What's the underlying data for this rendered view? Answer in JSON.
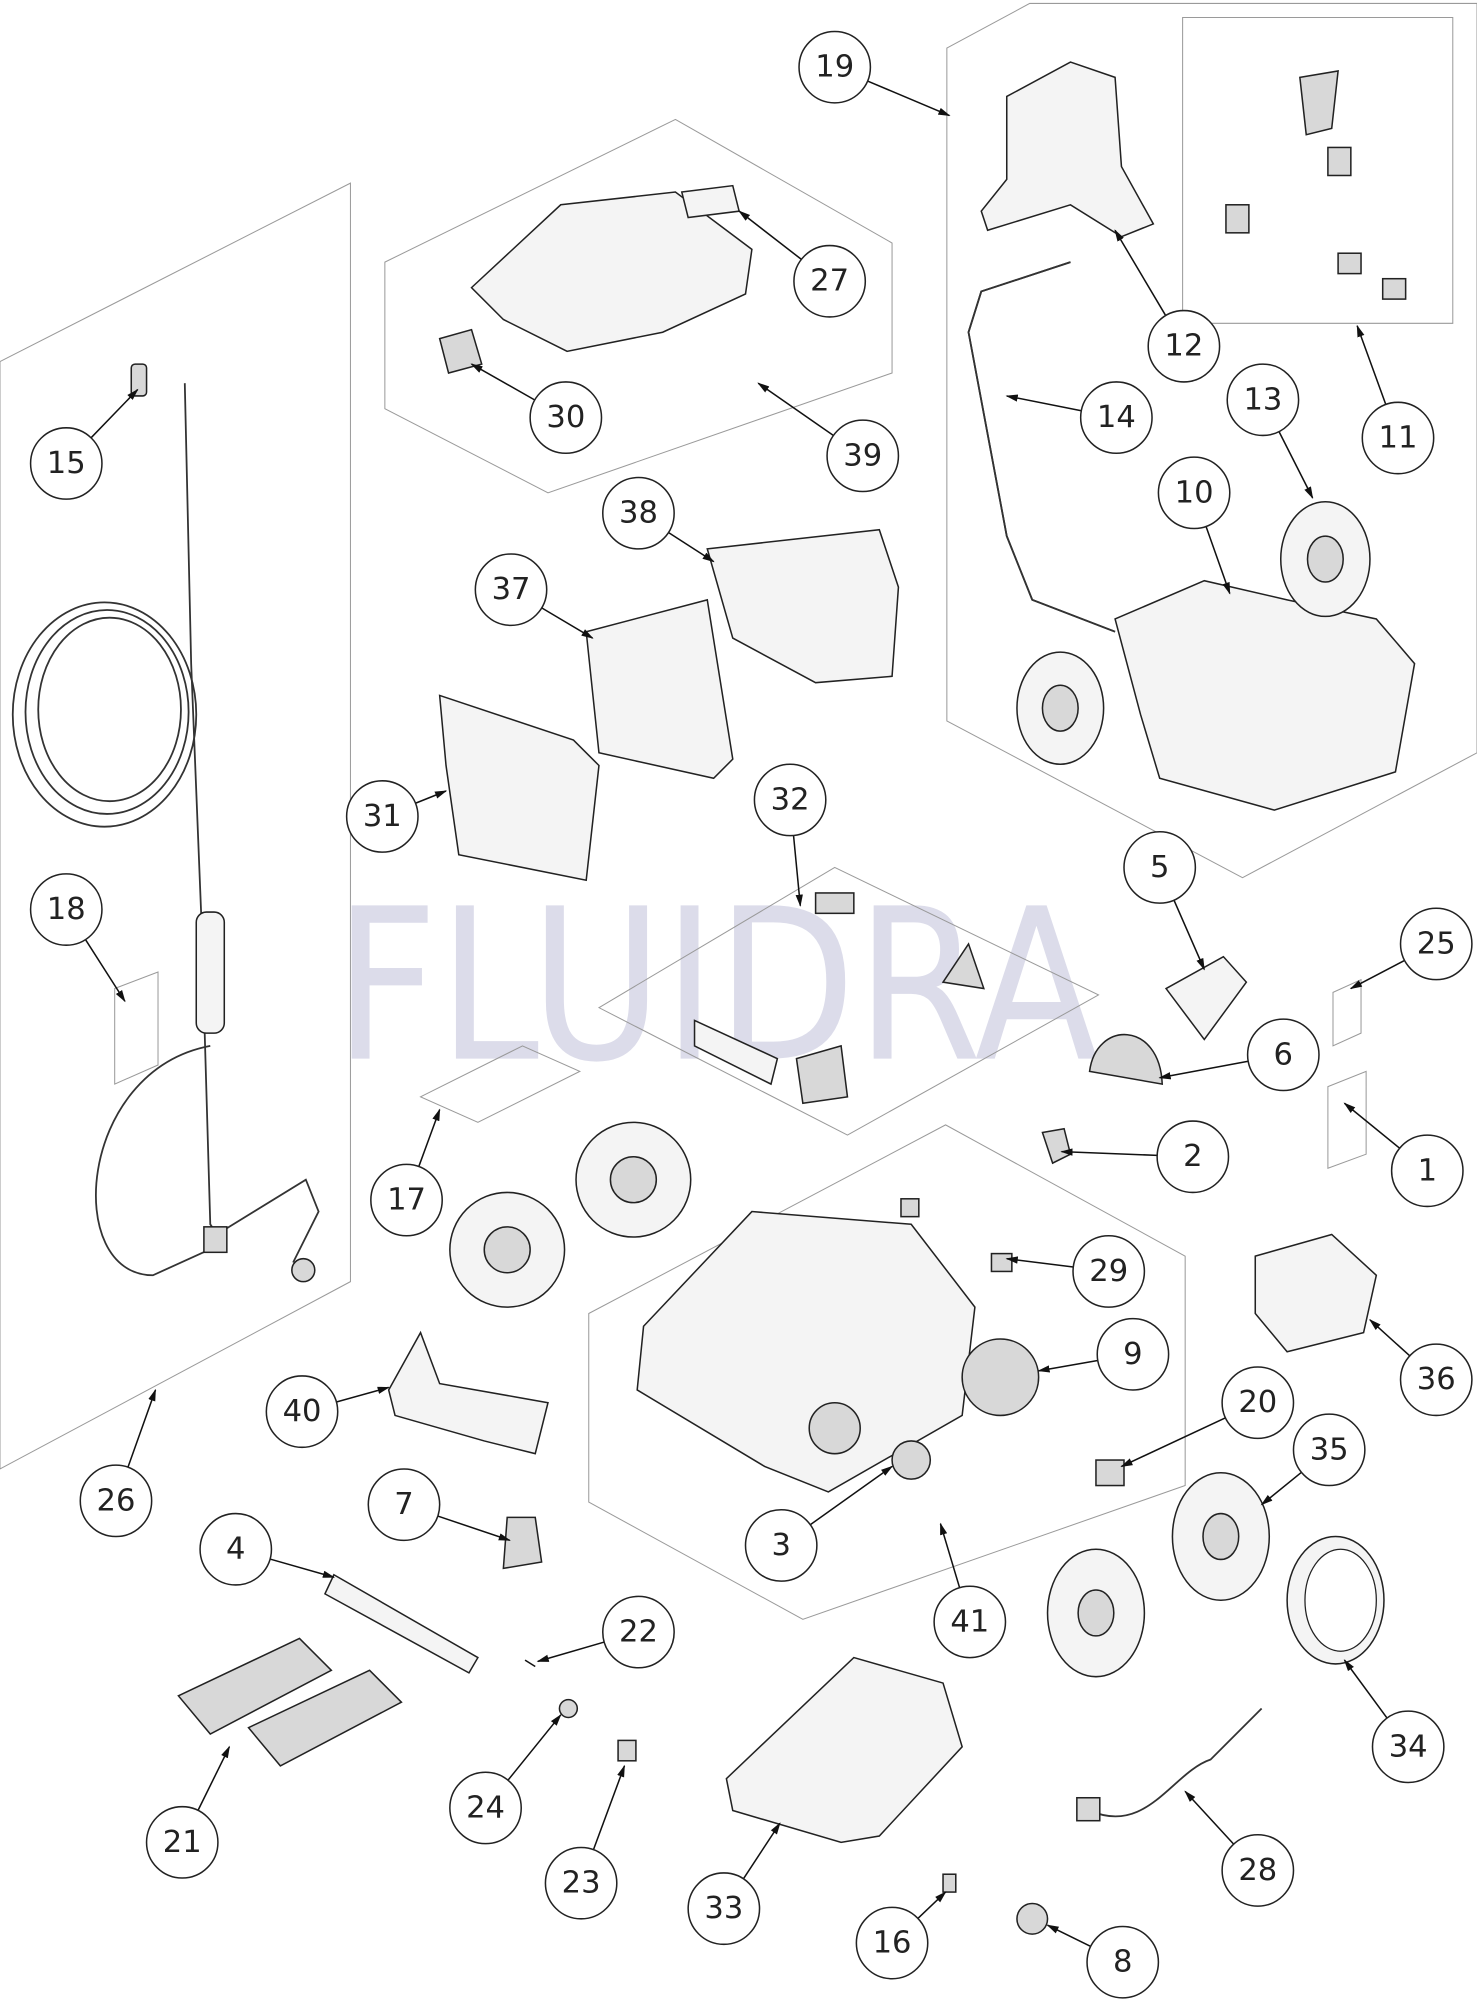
{
  "watermark": "FLUIDRA",
  "callouts": [
    "19",
    "27",
    "12",
    "11",
    "14",
    "13",
    "10",
    "15",
    "30",
    "39",
    "38",
    "37",
    "32",
    "31",
    "5",
    "25",
    "18",
    "6",
    "2",
    "1",
    "17",
    "29",
    "9",
    "36",
    "40",
    "20",
    "35",
    "26",
    "7",
    "4",
    "3",
    "41",
    "22",
    "34",
    "24",
    "21",
    "23",
    "33",
    "28",
    "16",
    "8"
  ],
  "colors": {
    "watermark": "#dcdcea",
    "line": "#222222"
  }
}
